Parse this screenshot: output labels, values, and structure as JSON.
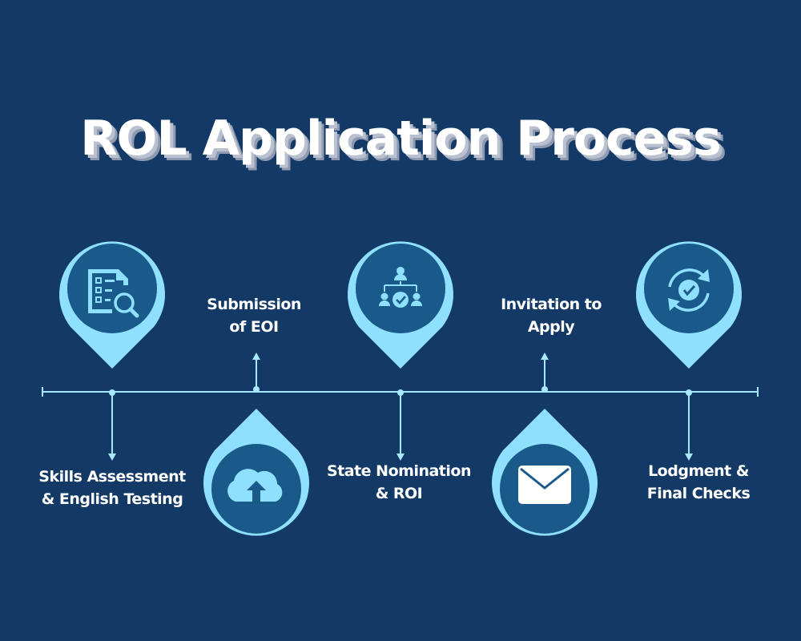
{
  "title": "ROL Application Process",
  "colors": {
    "background": "#133a66",
    "pin_stroke": "#8fe0ff",
    "pin_fill": "#1a5a8a",
    "timeline": "#a8e8ff",
    "icon": "#8fe0ff"
  },
  "steps": [
    {
      "line1": "Skills Assessment",
      "line2": "& English Testing",
      "icon": "checklist-search-icon"
    },
    {
      "line1": "Submission",
      "line2": "of EOI",
      "icon": "cloud-upload-icon"
    },
    {
      "line1": "State Nomination",
      "line2": "& ROI",
      "icon": "network-approval-icon"
    },
    {
      "line1": "Invitation to",
      "line2": "Apply",
      "icon": "envelope-icon"
    },
    {
      "line1": "Lodgment &",
      "line2": "Final Checks",
      "icon": "refresh-check-icon"
    }
  ]
}
